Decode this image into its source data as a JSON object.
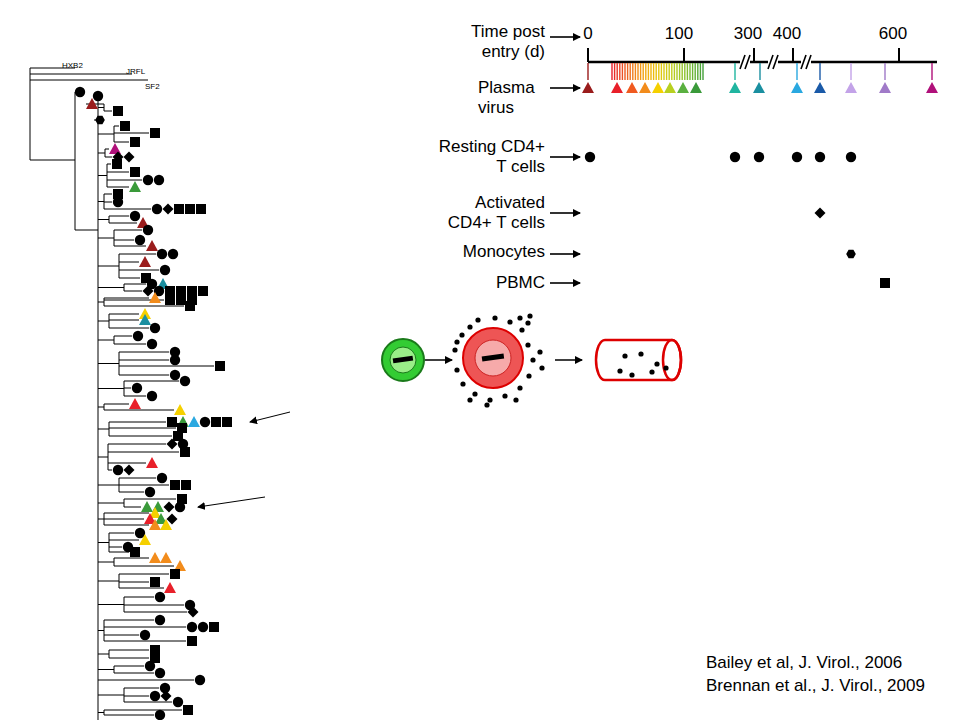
{
  "diagram": {
    "labels": [
      "HXB2",
      "JRFL",
      "SF2",
      "Time post entry (d)",
      "0",
      "100",
      "300",
      "400",
      "600",
      "Plasma virus",
      "Resting CD4+ T cells",
      "Activated CD4+ T cells",
      "Monocytes",
      "PBMC",
      "Bailey et al, J. Virol., 2006",
      "Brennan et al., J. Virol., 2009"
    ]
  }
}
